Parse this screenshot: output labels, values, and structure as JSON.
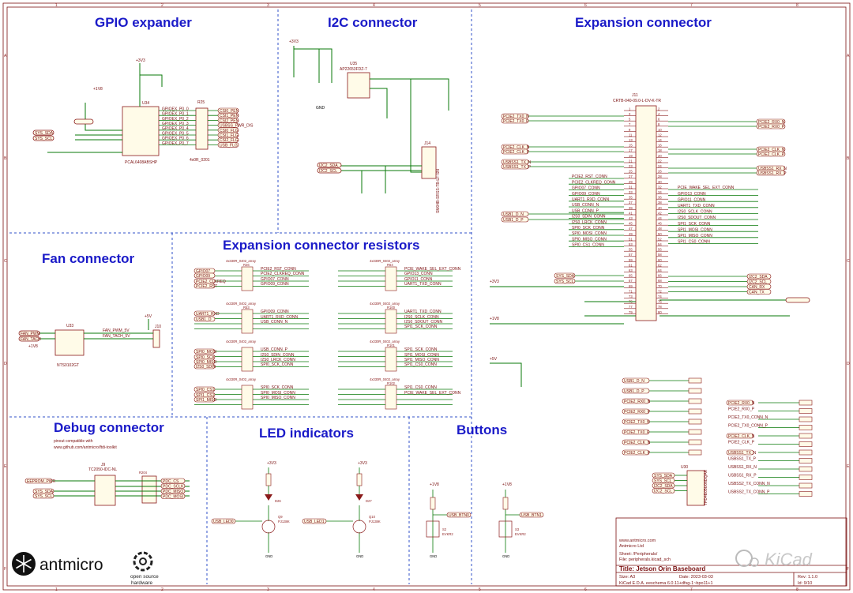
{
  "sections": {
    "gpio": "GPIO expander",
    "i2c": "I2C connector",
    "expansion": "Expansion connector",
    "fan": "Fan connector",
    "resistors": "Expansion connector resistors",
    "debug": "Debug connector",
    "led": "LED indicators",
    "buttons": "Buttons"
  },
  "debug_note": [
    "pinout compatible with",
    "www.github.com/antmicro/ftdi-toolkit"
  ],
  "components": {
    "u34": "U34",
    "u34_part": "PCAL6408ABSHP",
    "u35": "U35",
    "u35_part": "AP22653FDZ-7",
    "j14": "J14",
    "j14_part": "SM04B-SRSS-TB-LF-SN",
    "j11": "J11",
    "j11_part": "CRTB-040-09.0-L-DV-K-TR",
    "u33": "U33",
    "u33_part": "NTS0102GT",
    "j10": "J10",
    "j9": "J9",
    "j9_part": "TC2050-IDC-NL",
    "u30": "U30",
    "u30_part": "TPD4E05U06DQAR",
    "r25": "R25",
    "r25_part": "4x0R_0201",
    "r26": "R26",
    "r53": "R53",
    "r64": "R64",
    "r100": "R100",
    "r101": "R101",
    "r102": "R102",
    "arr_part": "4x330R_0402_array",
    "q9": "Q9",
    "q10": "Q10",
    "q_part": "PJ138K",
    "d26": "D26",
    "d27": "D27",
    "s2": "S2",
    "s3": "S3",
    "s_part": "EVKR2"
  },
  "rails": {
    "v33": "+3V3",
    "v18": "+1V8",
    "v5": "+5V",
    "gnd": "GND"
  },
  "left_nets_gpio": [
    "SYS_SDA",
    "SYS_SCL"
  ],
  "gpio_nets_right": [
    "CSI0_PEN",
    "CSI1_PEN",
    "CSI2_PEN",
    "USBSS_PWR_DIS",
    "CSI0_FLG",
    "CSI1_FLG",
    "CSI2_FLG",
    "USB_FLG"
  ],
  "gpio_pins": [
    "GPIOEX_P0_0",
    "GPIOEX_P0_1",
    "GPIOEX_P0_2",
    "GPIOEX_P0_3",
    "GPIOEX_P0_4",
    "GPIOEX_P0_5",
    "GPIOEX_P0_6",
    "GPIOEX_P0_7"
  ],
  "expansion_left": [
    "PCIE2_TX0_N",
    "PCIE2_TX0_P",
    "PCIE2_CLK_N",
    "PCIE2_CLK_P",
    "USBSS1_TX_N",
    "USBSS1_TX_P",
    "USB1_D_N",
    "USB1_D_P"
  ],
  "expansion_right": [
    "PCIE2_RX0_N",
    "PCIE2_RX0_P",
    "PCIE2_CLK_N",
    "PCIE2_CLK_P",
    "USBSS1_RX_N",
    "USBSS1_RX_P"
  ],
  "expansion_conn_nets": [
    "PCIE2_RST_CONN",
    "PCIE2_CLKREQ_CONN",
    "GPIO07_CONN",
    "GPIO09_CONN",
    "UART1_RXD_CONN",
    "USB_CONN_N",
    "USB_CONN_P",
    "I2S0_SDIN_CONN",
    "I2S0_LRCK_CONN",
    "SPI0_SCK_CONN",
    "SPI0_MOSI_CONN",
    "SPI0_MISO_CONN",
    "SPI0_CS1_CONN"
  ],
  "expansion_conn_nets_r": [
    "PCIE_WAKE_SEL_EXT_CONN",
    "GPIO13_CONN",
    "GPIO11_CONN",
    "UART1_TXD_CONN",
    "I2S0_SCLK_CONN",
    "I2S0_SDOUT_CONN",
    "SPI1_SCK_CONN",
    "SPI1_MOSI_CONN",
    "SPI1_MISO_CONN",
    "SPI1_CS0_CONN"
  ],
  "expansion_side": [
    "I2C2_SDA",
    "I2C2_SCL",
    "CAN_RX",
    "CAN_TX"
  ],
  "fan_nets": [
    "FAN_PWM",
    "FAN_TACH",
    "FAN_PWM_5V",
    "FAN_TACH_5V"
  ],
  "debug_nets": [
    "EEPROM_PWR",
    "SYS_SDA",
    "SYS_SCL",
    "PDC_CS",
    "PDC_SCLK",
    "PDC_MISO",
    "PDC_MOSI"
  ],
  "led_nets": [
    "USB_LED0",
    "USB_LED1"
  ],
  "button_nets": [
    "USB_BTN0",
    "USB_BTN1"
  ],
  "esd_left": [
    "USB1_D_N",
    "USB1_D_P",
    "PCIE2_RX0_N",
    "PCIE2_RX0_P",
    "PCIE2_TX0_N",
    "PCIE2_TX0_P",
    "PCIE2_CLK_N",
    "PCIE2_CLK_P",
    "SYS_SDA",
    "SYS_SCL",
    "I2C2_SDA",
    "I2C2_SCL"
  ],
  "esd_right": [
    "PCIE2_RX0_N",
    "PCIE2_RX0_P",
    "PCIE2_TX0_CONN_N",
    "PCIE2_TX0_CONN_P",
    "PCIE2_CLK_N",
    "PCIE2_CLK_P",
    "USBSS1_TX_N",
    "USBSS1_TX_P",
    "USBSS1_RX_N",
    "USBSS1_RX_P",
    "USBSS2_TX_CONN_N",
    "USBSS2_TX_CONN_P"
  ],
  "titleblock": {
    "url": "www.antmicro.com",
    "company": "Antmicro Ltd",
    "sheet": "Sheet: /Peripherals/",
    "file": "File: peripherals.kicad_sch",
    "title": "Title: Jetson Orin Baseboard",
    "size": "Size: A3",
    "date": "Date: 2023-03-03",
    "kicad": "KiCad E.D.A.  eeschema 6.0.11+dfsg-1~bpo11+1",
    "rev": "Rev: 1.1.0",
    "id": "Id: 9/10"
  },
  "logos": {
    "antmicro": "antmicro",
    "osh": [
      "open source",
      "hardware"
    ],
    "kicad": "KiCad"
  },
  "colors": {
    "wire": "#0a7a0a",
    "title": "#1a1ac8",
    "symbol": "#8a1a1a",
    "fill": "#fffbe8",
    "border": "#3050c8"
  }
}
